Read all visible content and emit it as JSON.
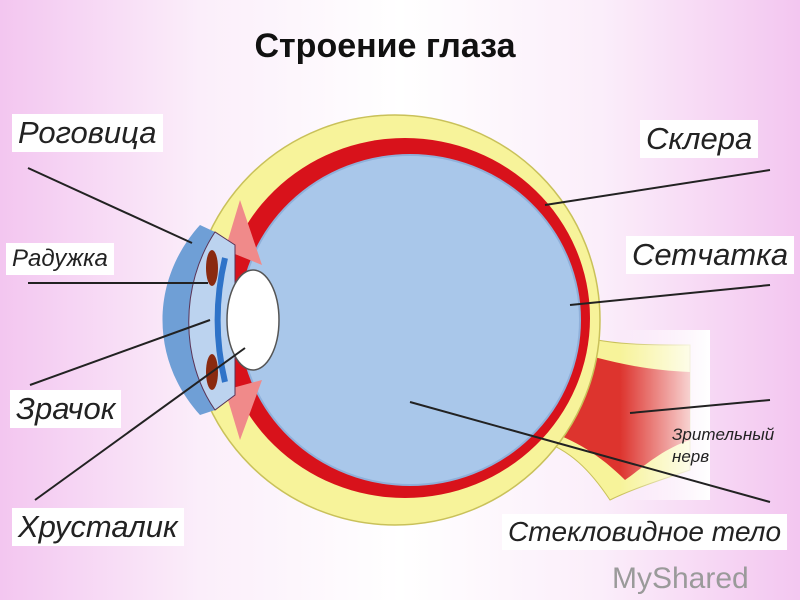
{
  "title": "Строение глаза",
  "labels": {
    "cornea": "Роговица",
    "iris": "Радужка",
    "pupil": "Зрачок",
    "lens": "Хрусталик",
    "sclera": "Склера",
    "retina": "Сетчатка",
    "optic_nerve": "Зрительный нерв",
    "vitreous_body": "Стекловидное тело"
  },
  "watermark": "MyShared",
  "colors": {
    "sclera": "#f7f39a",
    "choroid": "#d8121b",
    "vitreous": "#a9c7ea",
    "cornea": "#6f9fd6",
    "iris": "#8a2a10"
  }
}
